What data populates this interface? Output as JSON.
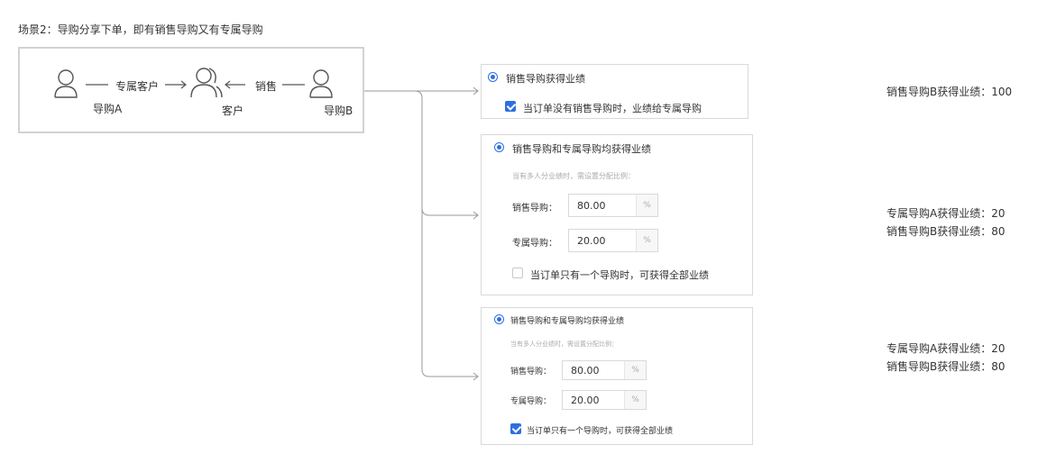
{
  "title": "场景2：导购分享下单，即有销售导购又有专属导购",
  "flow": {
    "guide_a": "导购A",
    "customer": "客户",
    "guide_b": "导购B",
    "exclusive_label": "专属客户",
    "sales_label": "销售"
  },
  "panels": [
    {
      "radio_label": "销售导购获得业绩",
      "checkbox_label": "当订单没有销售导购时，业绩给专属导购",
      "checkbox_checked": true
    },
    {
      "radio_label": "销售导购和专属导购均获得业绩",
      "hint": "当有多人分业绩时，需设置分配比例：",
      "sales_label": "销售导购：",
      "sales_value": "80.00",
      "exclusive_label": "专属导购：",
      "exclusive_value": "20.00",
      "unit": "%",
      "checkbox_label": "当订单只有一个导购时，可获得全部业绩",
      "checkbox_checked": false
    },
    {
      "radio_label": "销售导购和专属导购均获得业绩",
      "hint": "当有多人分业绩时，需设置分配比例：",
      "sales_label": "销售导购：",
      "sales_value": "80.00",
      "exclusive_label": "专属导购：",
      "exclusive_value": "20.00",
      "unit": "%",
      "checkbox_label": "当订单只有一个导购时，可获得全部业绩",
      "checkbox_checked": true
    }
  ],
  "results": [
    {
      "line1": "销售导购B获得业绩：100"
    },
    {
      "line1": "专属导购A获得业绩：20",
      "line2": "销售导购B获得业绩：80"
    },
    {
      "line1": "专属导购A获得业绩：20",
      "line2": "销售导购B获得业绩：80"
    }
  ],
  "colors": {
    "accent": "#2d6fe0",
    "border": "#d9d9d9",
    "hint": "#aaaaaa"
  }
}
